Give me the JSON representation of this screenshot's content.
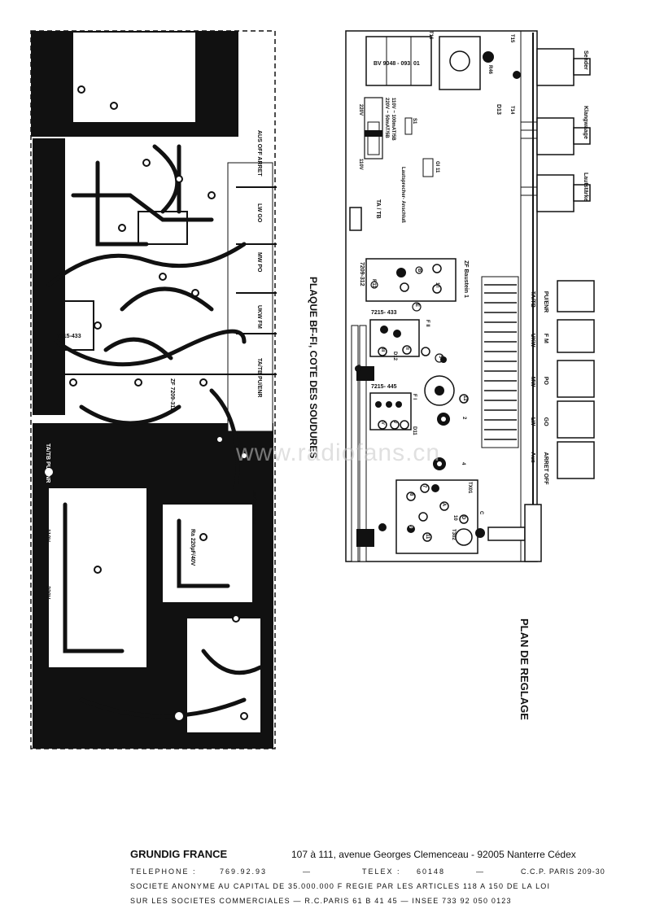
{
  "left_board": {
    "caption": "PLAQUE BF-FI, COTE DES SOUDURES",
    "switch_labels": [
      "AUS OFF ARRET",
      "LW GO",
      "MW PO",
      "UKW FM",
      "TA/TB PU/ENR"
    ],
    "part_labels": [
      "7215-433",
      "ZF 7209-312",
      "TA/TB PU/ENR",
      "110V",
      "220V",
      "Ra 220µF/40V",
      "Lautsprecher"
    ]
  },
  "right_board": {
    "caption": "PLAN DE REGLAGE",
    "transformer_label": "BV 9048 - 093. 01",
    "knob_labels": [
      "Sender",
      "Klangwaage",
      "Lautstärke"
    ],
    "voltage_block": [
      "110V ~ 100mAT/5B",
      "220V ~ 50mAT/5B"
    ],
    "voltage_labels": [
      "220V",
      "110V"
    ],
    "speaker_label": "Lautsprecher- Anschluß",
    "ta_label": "TA / TB",
    "gl_label": "Gl 11",
    "zf_label": "ZF Baustein 1",
    "zf_code": "7209-312",
    "r11": "R11",
    "module1": "7215- 433",
    "module2": "7215- 445",
    "fi_labels": [
      "F II",
      "F I"
    ],
    "diode_labels": [
      "D13",
      "D12",
      "D11"
    ],
    "misc_labels": [
      "T16",
      "T15",
      "R46",
      "T14",
      "S1",
      "TX01",
      "T302"
    ],
    "buttons": [
      {
        "fr": "PU/ENR",
        "de": "TA/TB"
      },
      {
        "fr": "F M",
        "de": "UKW"
      },
      {
        "fr": "PO",
        "de": "MW"
      },
      {
        "fr": "GO",
        "de": "LW"
      },
      {
        "fr": "ARRET OFF",
        "de": "Aus"
      }
    ],
    "test_points": [
      "1",
      "2",
      "3",
      "4",
      "5",
      "6",
      "7",
      "8",
      "9",
      "10",
      "11",
      "12",
      "A",
      "B",
      "C",
      "D",
      "E",
      "I",
      "II",
      "III",
      "IV",
      "V"
    ]
  },
  "watermark": "www.radiofans.cn",
  "footer": {
    "company": "GRUNDIG FRANCE",
    "address": "107 à 111, avenue Georges Clemenceau - 92005 Nanterre Cédex",
    "tel_label": "TELEPHONE :",
    "tel": "769.92.93",
    "telex_label": "TELEX :",
    "telex": "60148",
    "ccp": "C.C.P. PARIS 209-30",
    "line2": "SOCIETE ANONYME AU CAPITAL DE 35.000.000 F REGIE PAR LES ARTICLES 118 A 150 DE LA LOI",
    "line3": "SUR LES SOCIETES COMMERCIALES — R.C.PARIS 61 B 41 45 — INSEE 733 92 050 0123"
  },
  "colors": {
    "ink": "#111111",
    "paper": "#ffffff",
    "watermark": "#c8c8c8"
  }
}
